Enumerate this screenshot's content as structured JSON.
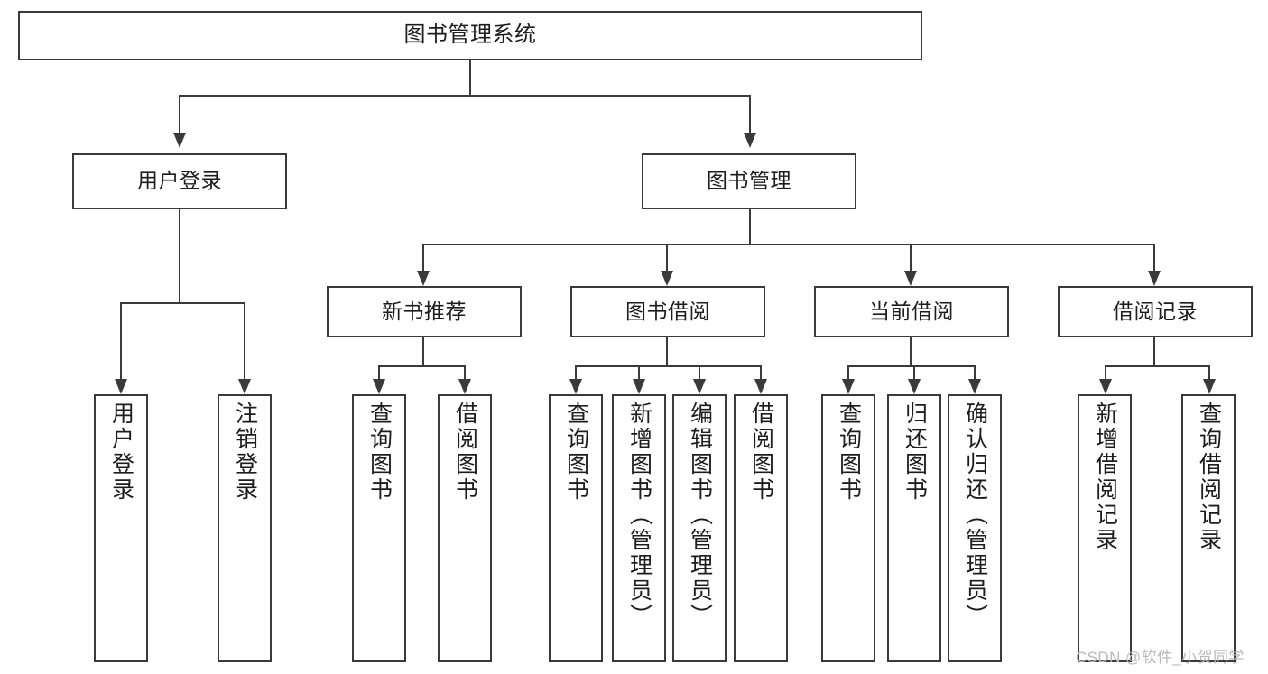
{
  "diagram": {
    "type": "tree-hierarchy",
    "title": "图书管理系统",
    "orientation": "top-down",
    "colors": {
      "stroke": "#3a3a3a",
      "fill": "#ffffff",
      "text": "#1d1d1d",
      "watermark": "#b9b9b9"
    },
    "root": {
      "label": "图书管理系统"
    },
    "level2": [
      {
        "label": "用户登录"
      },
      {
        "label": "图书管理"
      }
    ],
    "level3": [
      {
        "label": "新书推荐"
      },
      {
        "label": "图书借阅"
      },
      {
        "label": "当前借阅"
      },
      {
        "label": "借阅记录"
      }
    ],
    "leaves": {
      "user_login": [
        {
          "label": "用户登录"
        },
        {
          "label": "注销登录"
        }
      ],
      "new_book_recommend": [
        {
          "label": "查询图书"
        },
        {
          "label": "借阅图书"
        }
      ],
      "book_borrow": [
        {
          "label": "查询图书"
        },
        {
          "label": "新增图书（管理员）"
        },
        {
          "label": "编辑图书（管理员）"
        },
        {
          "label": "借阅图书"
        }
      ],
      "current_borrow": [
        {
          "label": "查询图书"
        },
        {
          "label": "归还图书"
        },
        {
          "label": "确认归还（管理员）"
        }
      ],
      "borrow_record": [
        {
          "label": "新增借阅记录"
        },
        {
          "label": "查询借阅记录"
        }
      ]
    }
  },
  "watermark": {
    "text": "CSDN @软件_小贺同学"
  }
}
